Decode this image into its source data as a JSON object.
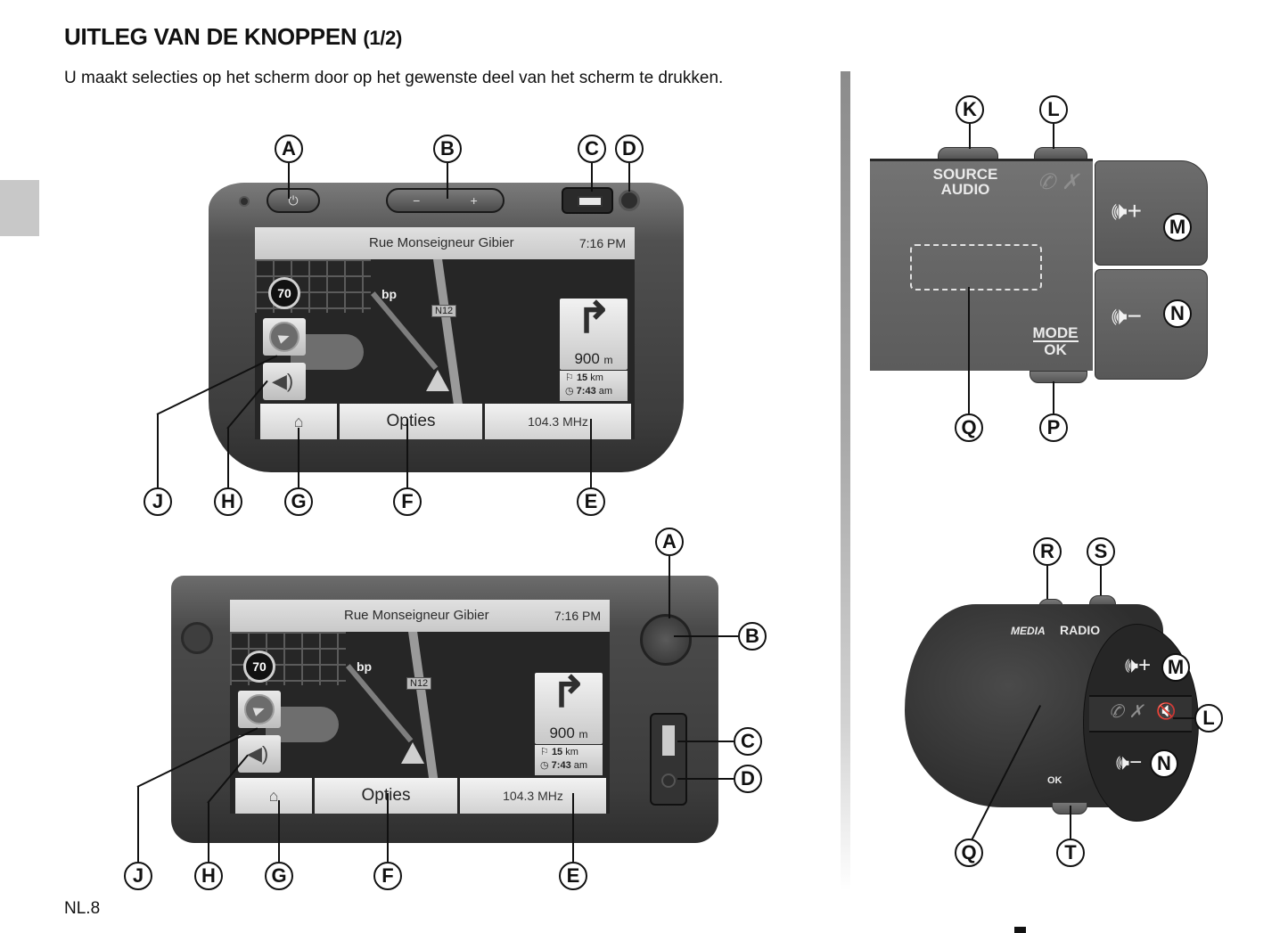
{
  "header": {
    "title": "UITLEG VAN DE KNOPPEN",
    "title_suffix": "(1/2)",
    "intro": "U maakt selecties op het scherm door op het gewenste deel van het scherm te drukken."
  },
  "footer": {
    "page_number": "NL.8"
  },
  "screen": {
    "street": "Rue Monseigneur Gibier",
    "time": "7:16 PM",
    "speed_limit": "70",
    "poi": "bp",
    "road_label": "N12",
    "turn_distance": "900",
    "turn_unit": "m",
    "remaining_distance": "15",
    "remaining_unit": "km",
    "eta": "7:43",
    "eta_suffix": "am",
    "home_icon": "⌂",
    "options_label": "Opties",
    "frequency": "104.3 MHz"
  },
  "icons": {
    "power": "⏻",
    "volume_minus": "−",
    "volume_plus": "+",
    "speaker": "◀)",
    "turn_right": "↱",
    "flag": "⚐",
    "clock": "◷",
    "phone": "✆ ✗",
    "mute": "🔇"
  },
  "callouts_device1": [
    "A",
    "B",
    "C",
    "D",
    "E",
    "F",
    "G",
    "H",
    "J"
  ],
  "callouts_device2": [
    "A",
    "B",
    "C",
    "D",
    "E",
    "F",
    "G",
    "H",
    "J"
  ],
  "stalk1": {
    "source_line1": "SOURCE",
    "source_line2": "AUDIO",
    "mode_line1": "MODE",
    "mode_line2": "OK",
    "vol_up": "🕪+",
    "vol_down": "🕪−",
    "callouts": [
      "K",
      "L",
      "M",
      "N",
      "P",
      "Q"
    ]
  },
  "stalk2": {
    "media_label": "MEDIA",
    "radio_label": "RADIO",
    "ok_label": "OK",
    "callouts": [
      "R",
      "S",
      "M",
      "L",
      "N",
      "Q",
      "T"
    ]
  },
  "colors": {
    "side_tab": "#c8c8c8",
    "device_body": "#3d3d3d",
    "screen_bar": "#d6d6d6"
  }
}
